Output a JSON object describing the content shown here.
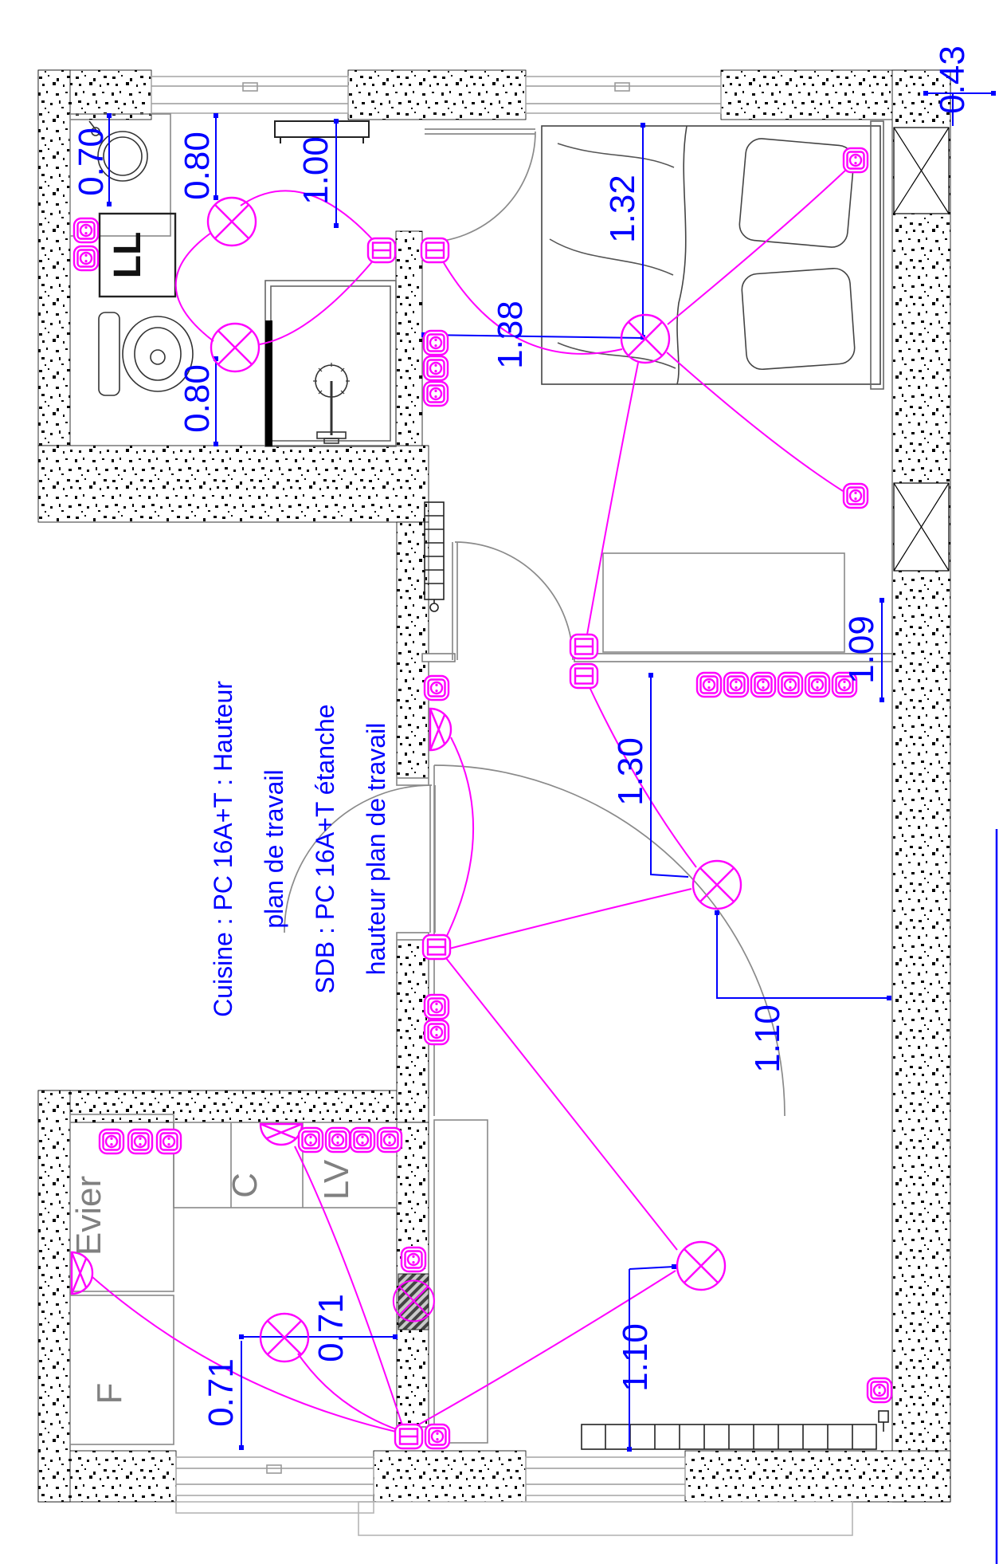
{
  "drawing": {
    "type": "electrical-floor-plan",
    "orientation": "rotated-90",
    "colors": {
      "electrical": "#FF00FF",
      "dimension_text": "#0000FF",
      "walls": "#000000",
      "furniture": "#808080"
    }
  },
  "annotation": {
    "lines": [
      "Cuisine : PC 16A+T : Hauteur",
      "plan de travail",
      "SDB : PC 16A+T étanche",
      "hauteur plan de travail"
    ]
  },
  "labels": {
    "washer": "LL",
    "sink": "Evier",
    "fridge": "F",
    "cooker": "C",
    "dishwasher": "LV"
  },
  "dims": {
    "d070": "0.70",
    "d080a": "0.80",
    "d080b": "0.80",
    "d100": "1.00",
    "d132": "1.32",
    "d138": "1.38",
    "d043": "0.43",
    "d109": "1.09",
    "d130": "1.30",
    "d110a": "1.10",
    "d110b": "1.10",
    "d071a": "0.71",
    "d071b": "0.71"
  }
}
